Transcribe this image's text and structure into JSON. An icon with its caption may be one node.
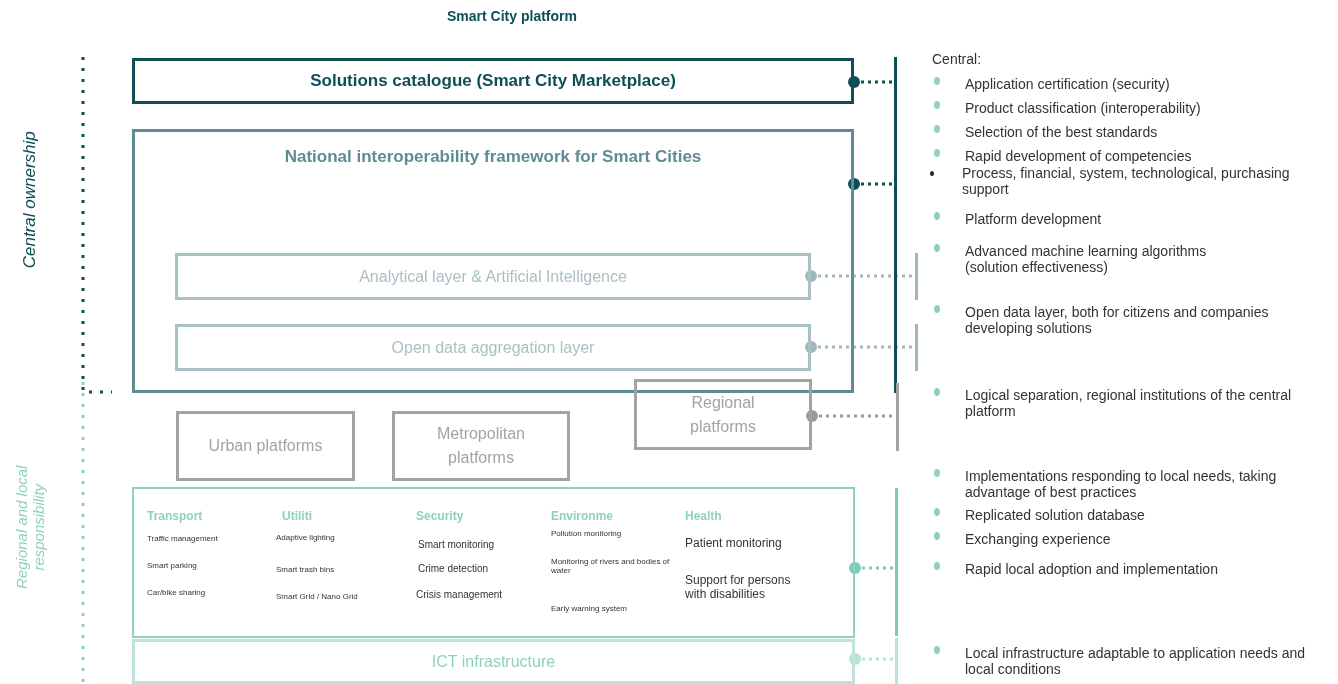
{
  "diagram": {
    "title": "Smart City platform",
    "nodes": [
      {
        "text": [
          "Solutions catalogue (Smart City Marketplace)"
        ]
      },
      {
        "text": [
          "National interoperability framework for Smart Cities"
        ]
      },
      {
        "text": [
          "Analytical layer & Artificial Intelligence"
        ],
        "in": 1
      },
      {
        "text": [
          "Open data aggregation layer"
        ],
        "in": 1
      },
      {
        "text": [
          "Urban platforms"
        ]
      },
      {
        "text": [
          "Metropolitan platforms"
        ]
      },
      {
        "text": [
          "Regional platforms"
        ]
      },
      {
        "text": [],
        "shape": "box"
      },
      {
        "text": [
          "ICT infrastructure"
        ]
      },
      {
        "text": [],
        "shape": "bar"
      },
      {
        "text": [],
        "shape": "bar"
      },
      {
        "text": [],
        "shape": "bar"
      },
      {
        "text": [],
        "shape": "bar"
      },
      {
        "text": [],
        "shape": "bar"
      },
      {
        "text": [],
        "shape": "bar"
      }
    ],
    "edges": [
      {
        "from": 0,
        "to": 9,
        "arrow": "other",
        "color": "#0d4f55"
      },
      {
        "from": 1,
        "to": 9,
        "arrow": "other",
        "color": "#0d4f55"
      },
      {
        "from": 2,
        "to": 10,
        "arrow": "other",
        "color": "#9fb8bd"
      },
      {
        "from": 3,
        "to": 11,
        "arrow": "other",
        "color": "#9fb8bd"
      },
      {
        "from": 6,
        "to": 12,
        "arrow": "other",
        "color": "#9a9a9a"
      },
      {
        "from": 7,
        "to": 13,
        "arrow": "other",
        "color": "#7fcbb9"
      },
      {
        "from": 8,
        "to": 14,
        "arrow": "other",
        "color": "#b9e2d9"
      }
    ],
    "labels": [
      "Central ownership",
      "Regional and local responsibility",
      "Central:",
      "Application certification (security)",
      "Product classification (interoperability)",
      "Selection of the best standards",
      "Rapid development of competencies",
      "Process, financial, system, technological, purchasing support",
      "Platform development",
      "Advanced machine learning algorithms (solution effectiveness)",
      "Open data layer, both for citizens and companies developing solutions",
      "Logical separation, regional institutions of the central platform",
      "Implementations responding to local needs, taking advantage of best practices",
      "Replicated solution database",
      "Exchanging experience",
      "Rapid local adoption and implementation",
      "Local infrastructure adaptable to application needs and local conditions",
      "Transport",
      "Traffic management",
      "Smart parking",
      "Car/bike sharing",
      "Utiliti",
      "Adaptive lighting",
      "Smart trash bins",
      "Smart Grid / Nano Grid",
      "Security",
      "Smart monitoring",
      "Crime detection",
      "Crisis management",
      "Environme",
      "Pollution monitoring",
      "Monitoring of rivers and bodies of water",
      "Early warning system",
      "Health",
      "Patient monitoring",
      "Support for persons with disabilities"
    ]
  }
}
